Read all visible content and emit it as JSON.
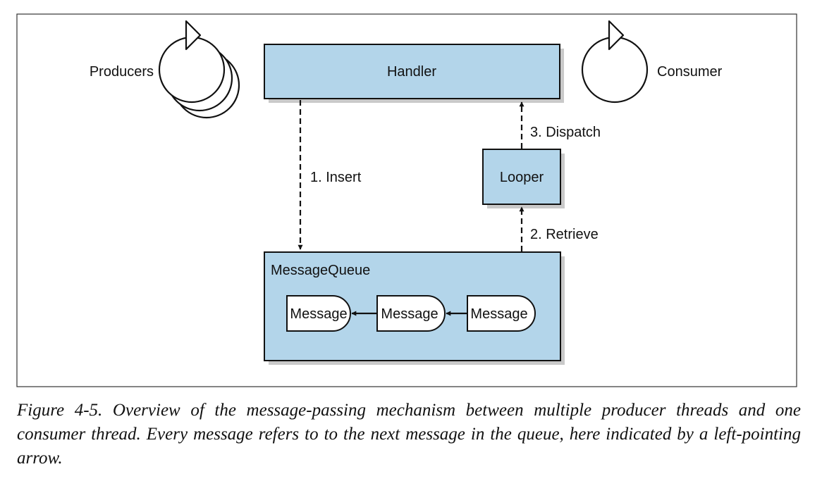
{
  "diagram": {
    "nodes": {
      "producers": "Producers",
      "handler": "Handler",
      "consumer": "Consumer",
      "looper": "Looper",
      "message_queue": "MessageQueue",
      "messages": [
        "Message",
        "Message",
        "Message"
      ]
    },
    "edges": {
      "insert": "1. Insert",
      "retrieve": "2. Retrieve",
      "dispatch": "3. Dispatch"
    },
    "colors": {
      "box_fill": "#b3d5ea",
      "stroke": "#111111",
      "shadow": "#c9c9c9"
    }
  },
  "caption": "Figure 4-5. Overview of the message-passing mechanism between multiple producer threads and one consumer thread. Every message refers to to the next message in the queue, here indicated by a left-pointing arrow."
}
